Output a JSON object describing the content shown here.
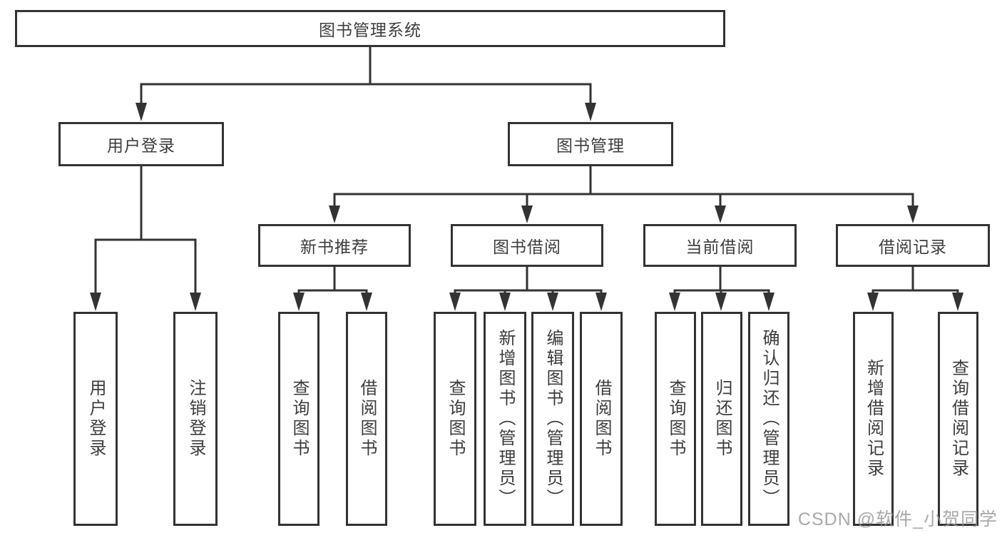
{
  "tree": {
    "label": "图书管理系统",
    "children": [
      {
        "label": "用户登录",
        "children": [
          {
            "label": "用户登录"
          },
          {
            "label": "注销登录"
          }
        ]
      },
      {
        "label": "图书管理",
        "children": [
          {
            "label": "新书推荐",
            "children": [
              {
                "label": "查询图书"
              },
              {
                "label": "借阅图书"
              }
            ]
          },
          {
            "label": "图书借阅",
            "children": [
              {
                "label": "查询图书"
              },
              {
                "label": "新增图书（管理员）"
              },
              {
                "label": "编辑图书（管理员）"
              },
              {
                "label": "借阅图书"
              }
            ]
          },
          {
            "label": "当前借阅",
            "children": [
              {
                "label": "查询图书"
              },
              {
                "label": "归还图书"
              },
              {
                "label": "确认归还（管理员）"
              }
            ]
          },
          {
            "label": "借阅记录",
            "children": [
              {
                "label": "新增借阅记录"
              },
              {
                "label": "查询借阅记录"
              }
            ]
          }
        ]
      }
    ]
  },
  "colors": {
    "line": "#333333",
    "text": "#3d3d3d",
    "watermark": "#969696"
  },
  "watermark": {
    "text": "CSDN @软件_小贺同学"
  }
}
